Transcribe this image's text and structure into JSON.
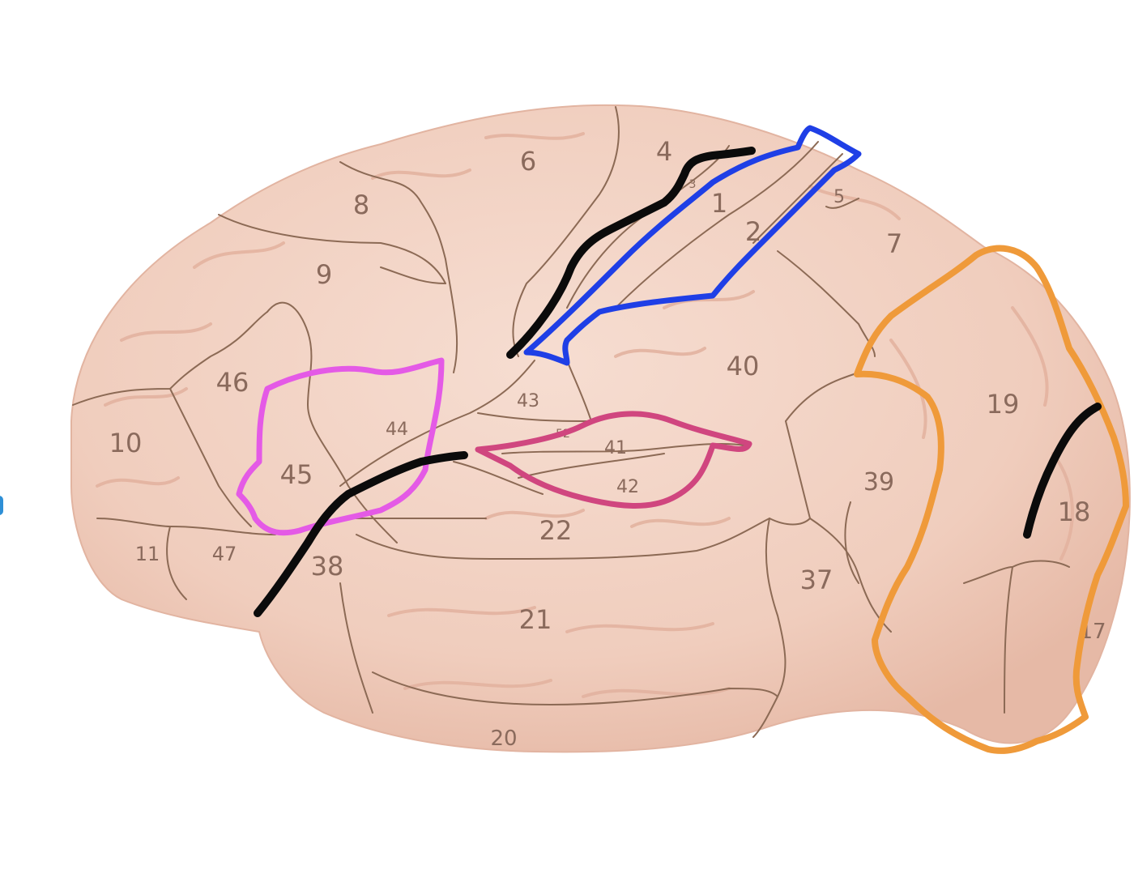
{
  "diagram": {
    "subject": "Brodmann areas, lateral cerebral cortex",
    "colors": {
      "background": "#ffffff",
      "brain_fill": "#f2d2c4",
      "brain_shade": "#e7bba9",
      "gyrus_line": "#e3b3a0",
      "boundary_line": "#8c6a55",
      "label_text": "#8a6a5c",
      "blue_outline": "#1f3fe6",
      "magenta_outline": "#e45ae6",
      "pink_outline": "#d0467f",
      "orange_outline": "#ef9a3a",
      "black_stroke": "#0b0b0b"
    },
    "labels": [
      {
        "key": "a4",
        "text": "4"
      },
      {
        "key": "a6",
        "text": "6"
      },
      {
        "key": "a8",
        "text": "8"
      },
      {
        "key": "a3",
        "text": "3"
      },
      {
        "key": "a1",
        "text": "1"
      },
      {
        "key": "a5",
        "text": "5"
      },
      {
        "key": "a2",
        "text": "2"
      },
      {
        "key": "a7",
        "text": "7"
      },
      {
        "key": "a9",
        "text": "9"
      },
      {
        "key": "a46",
        "text": "46"
      },
      {
        "key": "a10",
        "text": "10"
      },
      {
        "key": "a44",
        "text": "44"
      },
      {
        "key": "a45",
        "text": "45"
      },
      {
        "key": "a43",
        "text": "43"
      },
      {
        "key": "a40",
        "text": "40"
      },
      {
        "key": "a52",
        "text": "52"
      },
      {
        "key": "a41",
        "text": "41"
      },
      {
        "key": "a42",
        "text": "42"
      },
      {
        "key": "a19",
        "text": "19"
      },
      {
        "key": "a39",
        "text": "39"
      },
      {
        "key": "a18",
        "text": "18"
      },
      {
        "key": "a22",
        "text": "22"
      },
      {
        "key": "a11",
        "text": "11"
      },
      {
        "key": "a47",
        "text": "47"
      },
      {
        "key": "a38",
        "text": "38"
      },
      {
        "key": "a37",
        "text": "37"
      },
      {
        "key": "a21",
        "text": "21"
      },
      {
        "key": "a17",
        "text": "17"
      },
      {
        "key": "a20",
        "text": "20"
      }
    ]
  }
}
